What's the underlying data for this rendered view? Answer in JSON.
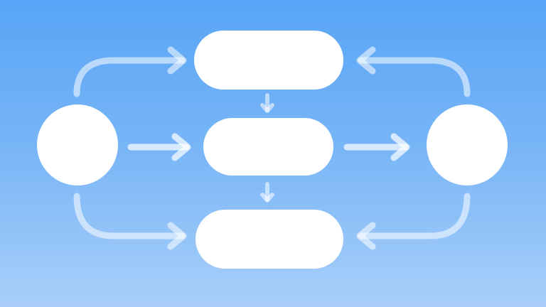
{
  "colors": {
    "background_top": "#58a4f6",
    "background_bottom": "#a9cff9",
    "node_fill": "#ffffff",
    "connector": "#ffffff"
  },
  "nodes": [
    {
      "id": "left-circle",
      "shape": "circle"
    },
    {
      "id": "top-pill",
      "shape": "pill"
    },
    {
      "id": "middle-pill",
      "shape": "pill"
    },
    {
      "id": "bottom-pill",
      "shape": "pill"
    },
    {
      "id": "right-circle",
      "shape": "circle"
    }
  ],
  "edges": [
    {
      "from": "left-circle",
      "to": "top-pill"
    },
    {
      "from": "left-circle",
      "to": "middle-pill"
    },
    {
      "from": "left-circle",
      "to": "bottom-pill"
    },
    {
      "from": "top-pill",
      "to": "middle-pill"
    },
    {
      "from": "middle-pill",
      "to": "bottom-pill"
    },
    {
      "from": "middle-pill",
      "to": "right-circle"
    },
    {
      "from": "right-circle",
      "to": "top-pill"
    },
    {
      "from": "right-circle",
      "to": "bottom-pill"
    }
  ]
}
